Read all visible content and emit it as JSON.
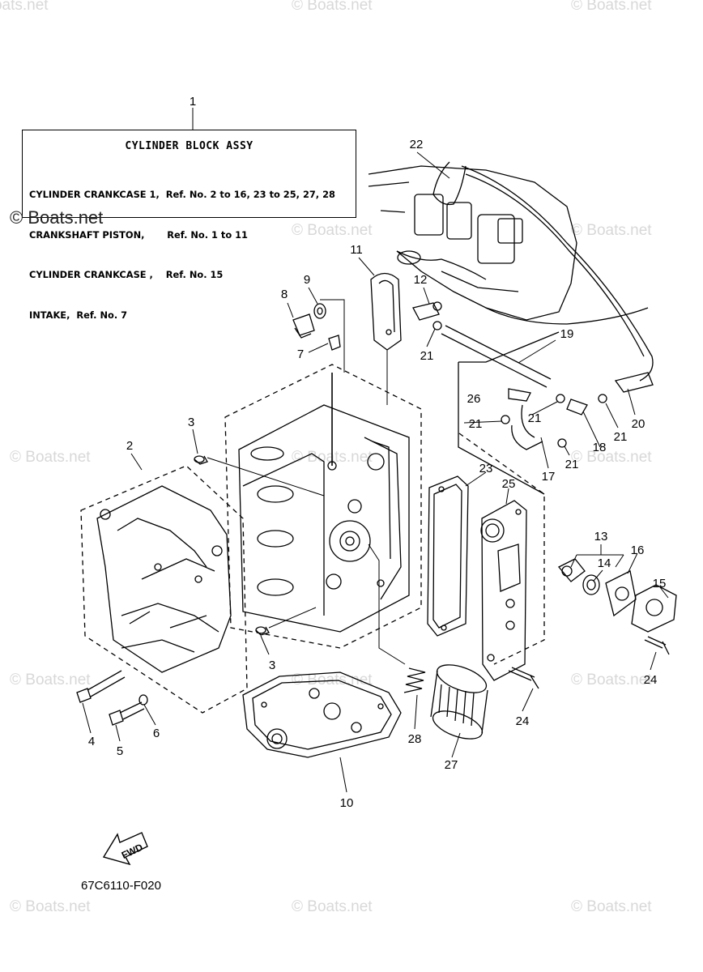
{
  "title_box": {
    "title": "CYLINDER BLOCK ASSY",
    "lines": [
      "CYLINDER CRANKCASE 1,  Ref. No. 2 to 16, 23 to 25, 27, 28",
      "CRANKSHAFT PISTON,       Ref. No. 1 to 11",
      "CYLINDER CRANKCASE ,    Ref. No. 15",
      "INTAKE,  Ref. No. 7"
    ]
  },
  "callouts": [
    "1",
    "2",
    "3",
    "3",
    "4",
    "5",
    "6",
    "7",
    "8",
    "9",
    "10",
    "11",
    "12",
    "13",
    "14",
    "15",
    "16",
    "17",
    "18",
    "19",
    "20",
    "21",
    "21",
    "21",
    "21",
    "21",
    "22",
    "23",
    "24",
    "24",
    "25",
    "26",
    "27",
    "28"
  ],
  "fwd_label": "FWD",
  "diagram_code": "67C6110-F020",
  "watermark": "© Boats.net"
}
